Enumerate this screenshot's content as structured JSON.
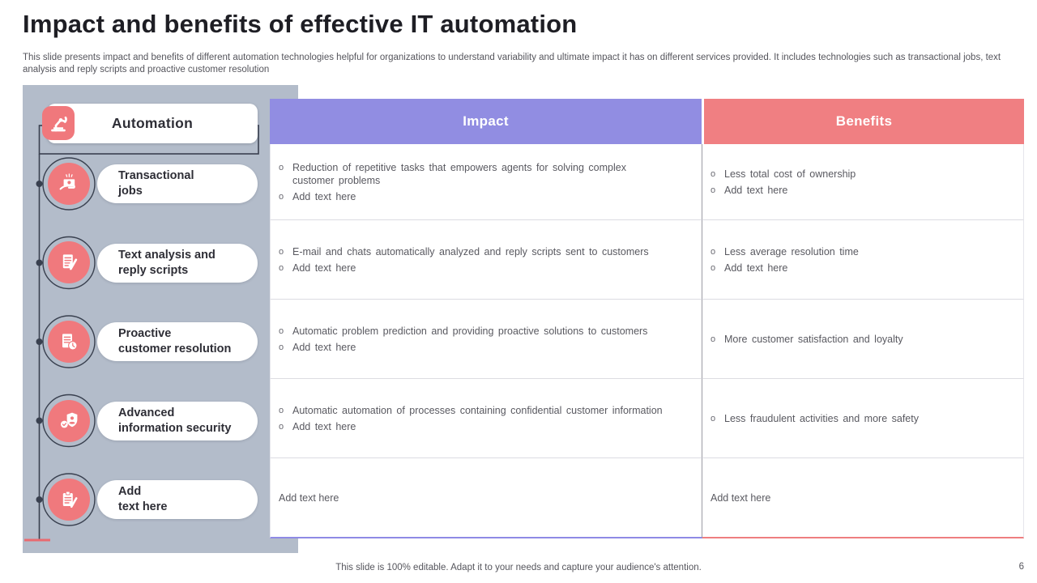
{
  "slide": {
    "title": "Impact and benefits of effective IT automation",
    "description": "This slide presents impact and benefits of different automation technologies helpful for organizations to understand variability and ultimate impact it has on different services provided. It includes technologies such as transactional jobs, text analysis and reply scripts and proactive customer resolution",
    "footer": "This slide is 100% editable. Adapt it to your needs and capture your audience's attention.",
    "page_number": "6"
  },
  "sidebar": {
    "header": {
      "label": "Automation",
      "icon": "robot-arm-icon"
    },
    "items": [
      {
        "icon": "cash-in-hand-icon",
        "lines": [
          "Transactional",
          "jobs"
        ]
      },
      {
        "icon": "document-pencil-icon",
        "lines": [
          "Text analysis and",
          "reply scripts"
        ]
      },
      {
        "icon": "document-clock-icon",
        "lines": [
          "Proactive",
          "customer resolution"
        ]
      },
      {
        "icon": "shield-lock-icon",
        "lines": [
          "Advanced",
          "information security"
        ]
      },
      {
        "icon": "clipboard-pen-icon",
        "lines": [
          "Add",
          "text here"
        ]
      }
    ]
  },
  "table": {
    "bullet_char": "o",
    "columns": [
      {
        "label": "Impact",
        "color": "#918de2"
      },
      {
        "label": "Benefits",
        "color": "#f07f82"
      }
    ],
    "rows": [
      {
        "impact": [
          "Reduction of repetitive tasks that empowers agents for solving complex customer problems",
          "Add text here"
        ],
        "benefits": [
          "Less total cost of ownership",
          "Add text here"
        ]
      },
      {
        "impact": [
          "E-mail and chats automatically analyzed and reply scripts sent to customers",
          "Add text here"
        ],
        "benefits": [
          "Less average resolution time",
          "Add text here"
        ]
      },
      {
        "impact": [
          "Automatic problem prediction and providing proactive solutions to customers",
          "Add text here"
        ],
        "benefits": [
          "More customer satisfaction and loyalty"
        ]
      },
      {
        "impact": [
          "Automatic automation of processes containing confidential customer information",
          "Add text here"
        ],
        "benefits": [
          "Less fraudulent activities and more safety"
        ]
      },
      {
        "impact_plain": "Add text here",
        "benefits_plain": "Add text here"
      }
    ]
  },
  "colors": {
    "panel_bg": "#b3bcca",
    "accent_red": "#f0797d",
    "accent_purple": "#918de2",
    "connector": "#39404f",
    "text_dark": "#1e1e24",
    "text_gray": "#595960"
  }
}
